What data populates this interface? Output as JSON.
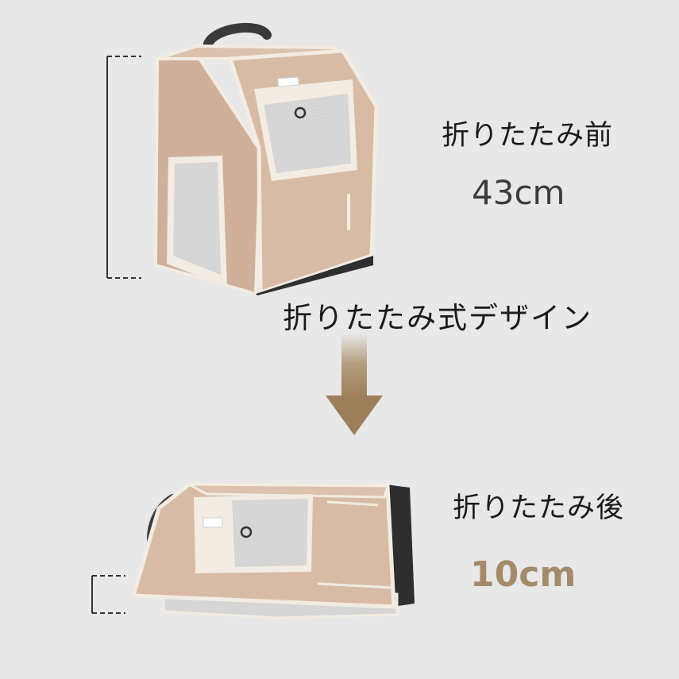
{
  "labels": {
    "before": "折りたたみ前",
    "before_size": "43cm",
    "fold_caption": "折りたたみ式デザイン",
    "after": "折りたたみ後",
    "after_size": "10cm"
  },
  "colors": {
    "background": "#e8e8e8",
    "bag_fabric": "#d8bba5",
    "trim": "#f4efe6",
    "arrow": "#9c7f5a",
    "after_size_text": "#a58a6a"
  }
}
